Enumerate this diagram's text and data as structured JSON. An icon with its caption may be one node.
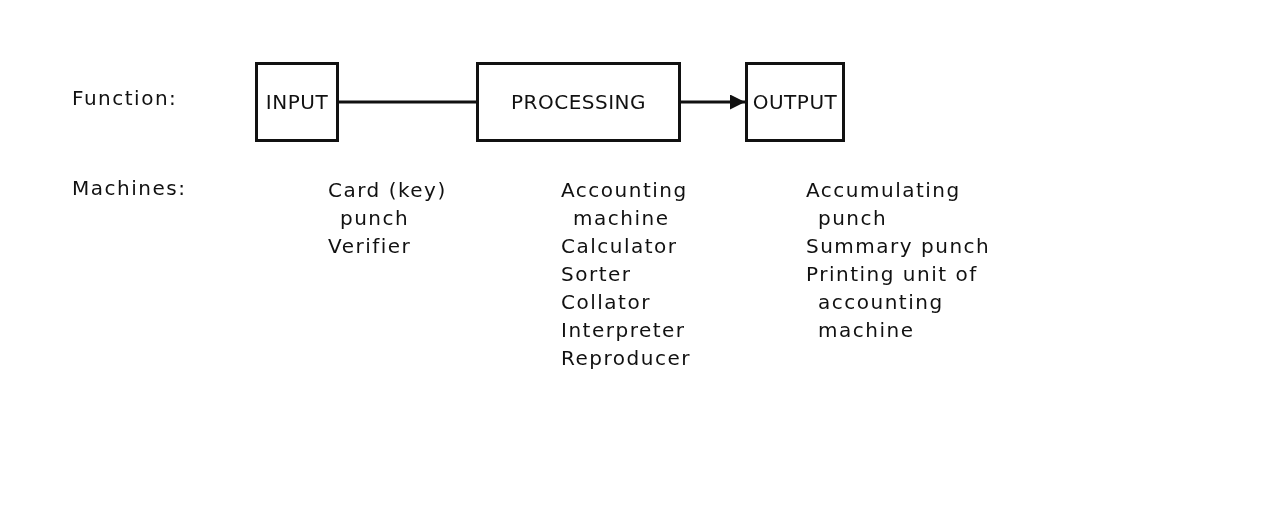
{
  "diagram": {
    "nodes": [
      {
        "text": [
          "INPUT"
        ],
        "beside": [
          "Card (key) punch",
          "Verifier"
        ]
      },
      {
        "text": [
          "PROCESSING"
        ],
        "beside": [
          "Accounting machine",
          "Calculator",
          "Sorter",
          "Collator",
          "Interpreter",
          "Reproducer"
        ]
      },
      {
        "text": [
          "OUTPUT"
        ],
        "beside": [
          "Accumulating punch",
          "Summary punch",
          "Printing unit of accounting machine"
        ]
      }
    ],
    "edges": [
      {
        "from": 0,
        "to": 1,
        "arrow": "none"
      },
      {
        "from": 1,
        "to": 2,
        "arrow": "to"
      }
    ],
    "labels": [
      "Function:",
      "Machines:"
    ]
  }
}
